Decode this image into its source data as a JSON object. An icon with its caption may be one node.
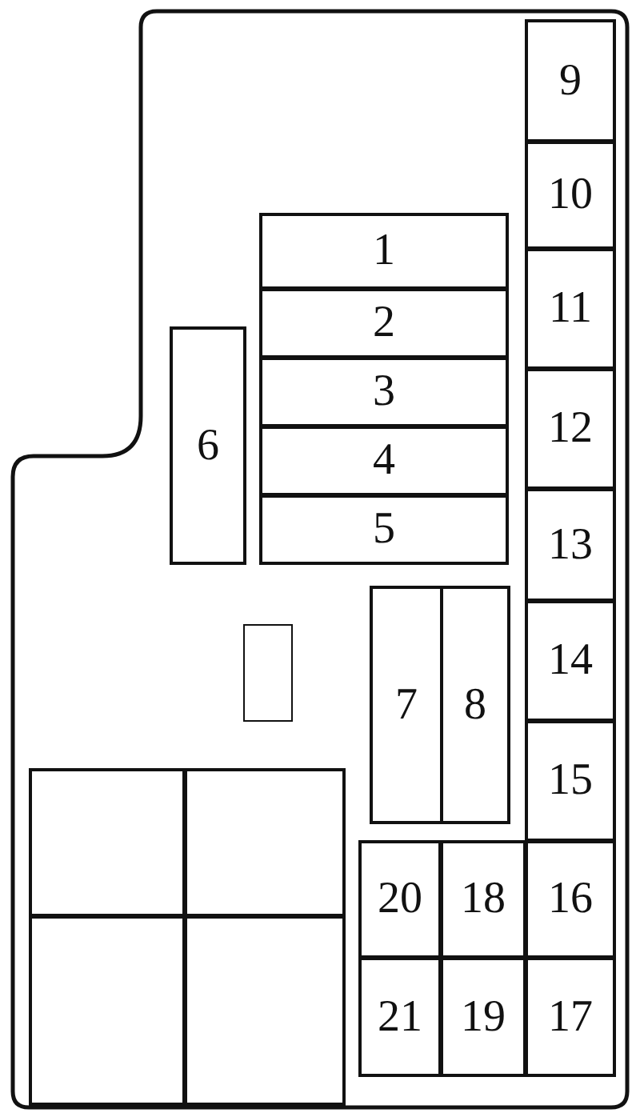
{
  "diagram": {
    "nodes": [
      {
        "text": [
          "1"
        ]
      },
      {
        "text": [
          "2"
        ]
      },
      {
        "text": [
          "3"
        ]
      },
      {
        "text": [
          "4"
        ]
      },
      {
        "text": [
          "5"
        ]
      },
      {
        "text": [
          "6"
        ]
      },
      {
        "text": [
          "7"
        ]
      },
      {
        "text": [
          "8"
        ]
      },
      {
        "text": [
          "9"
        ]
      },
      {
        "text": [
          "10"
        ]
      },
      {
        "text": [
          "11"
        ]
      },
      {
        "text": [
          "12"
        ]
      },
      {
        "text": [
          "13"
        ]
      },
      {
        "text": [
          "14"
        ]
      },
      {
        "text": [
          "15"
        ]
      },
      {
        "text": [
          "16"
        ]
      },
      {
        "text": [
          "17"
        ]
      },
      {
        "text": [
          "18"
        ]
      },
      {
        "text": [
          "19"
        ]
      },
      {
        "text": [
          "20"
        ]
      },
      {
        "text": [
          "21"
        ]
      },
      {
        "text": [],
        "shape": "box"
      },
      {
        "text": [],
        "shape": "box"
      },
      {
        "text": [],
        "shape": "box"
      },
      {
        "text": [],
        "shape": "box"
      },
      {
        "text": [],
        "shape": "box"
      }
    ]
  }
}
